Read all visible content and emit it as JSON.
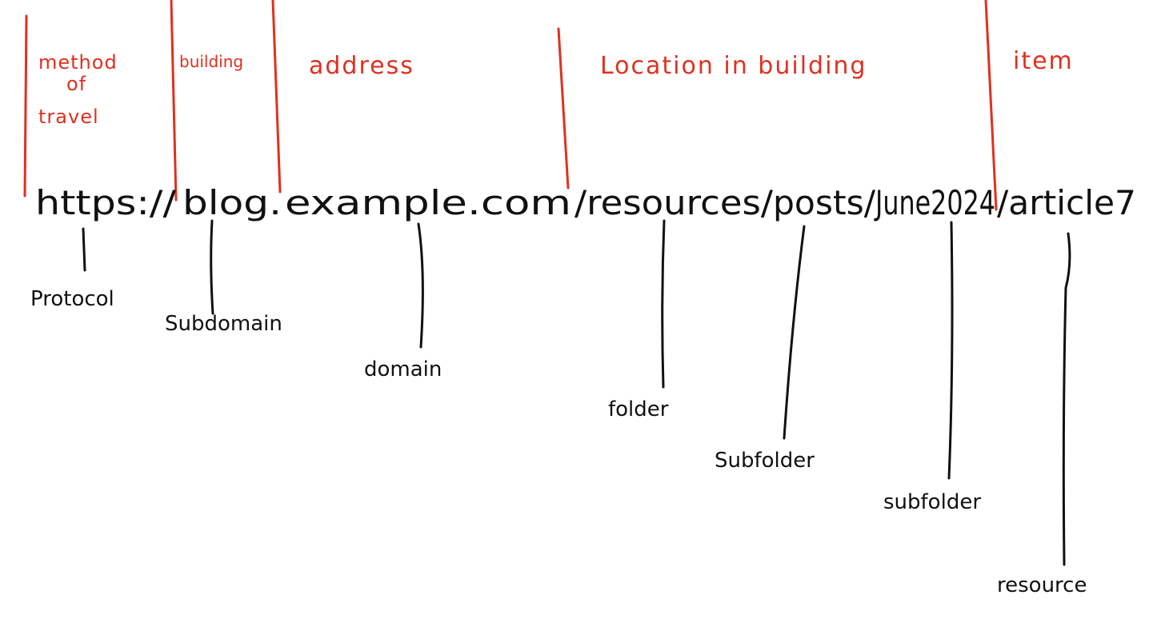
{
  "categories": {
    "method_line1": "method",
    "method_line2": "of",
    "method_line3": "travel",
    "building": "building",
    "address": "address",
    "location": "Location in building",
    "item": "item"
  },
  "url_segments": {
    "protocol": "https://",
    "subdomain": "blog.",
    "domain": "example.com",
    "folder": "/resources/",
    "subfolder1": "posts/",
    "subfolder2": "June2024",
    "resource": "/article7"
  },
  "labels": {
    "protocol": "Protocol",
    "subdomain": "Subdomain",
    "domain": "domain",
    "folder": "folder",
    "subfolder1": "Subfolder",
    "subfolder2": "subfolder",
    "resource": "resource"
  },
  "colors": {
    "category": "#e03020",
    "annotation": "#111111"
  }
}
